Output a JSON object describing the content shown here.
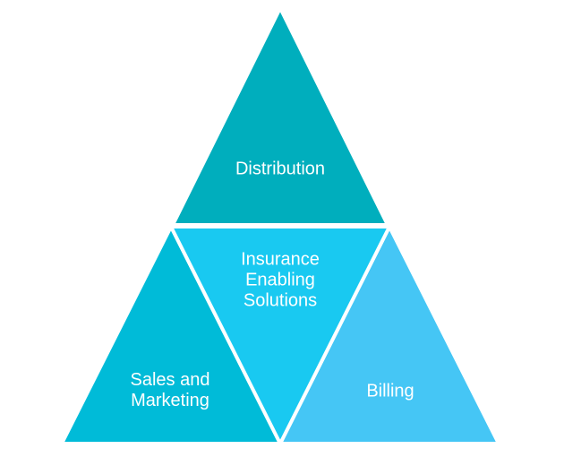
{
  "diagram": {
    "segments": {
      "top": {
        "label": "Distribution",
        "color": "#00aebd"
      },
      "center": {
        "label": "Insurance\nEnabling\nSolutions",
        "color": "#19c9f1"
      },
      "bottom_left": {
        "label": "Sales and\nMarketing",
        "color": "#00bbd8"
      },
      "bottom_right": {
        "label": "Billing",
        "color": "#45c6f5"
      }
    },
    "divider_color": "#ffffff"
  }
}
